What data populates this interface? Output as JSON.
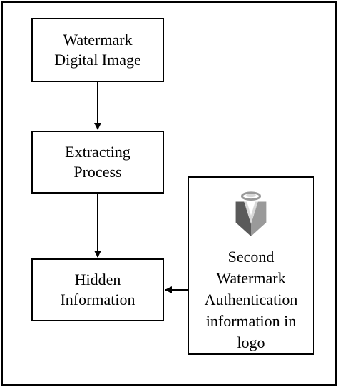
{
  "nodes": {
    "watermark_image": {
      "line1": "Watermark",
      "line2": "Digital Image"
    },
    "extracting": {
      "line1": "Extracting",
      "line2": "Process"
    },
    "hidden": {
      "line1": "Hidden",
      "line2": "Information"
    },
    "second_watermark": {
      "line1": "Second",
      "line2": "Watermark",
      "line3": "Authentication",
      "line4": "information in",
      "line5": "logo",
      "logo_icon": "shield-logo-icon"
    }
  },
  "colors": {
    "stroke": "#000000",
    "background": "#ffffff",
    "logo_light": "#d9d9d9",
    "logo_mid": "#9a9a9a",
    "logo_dark": "#5a5a5a"
  }
}
